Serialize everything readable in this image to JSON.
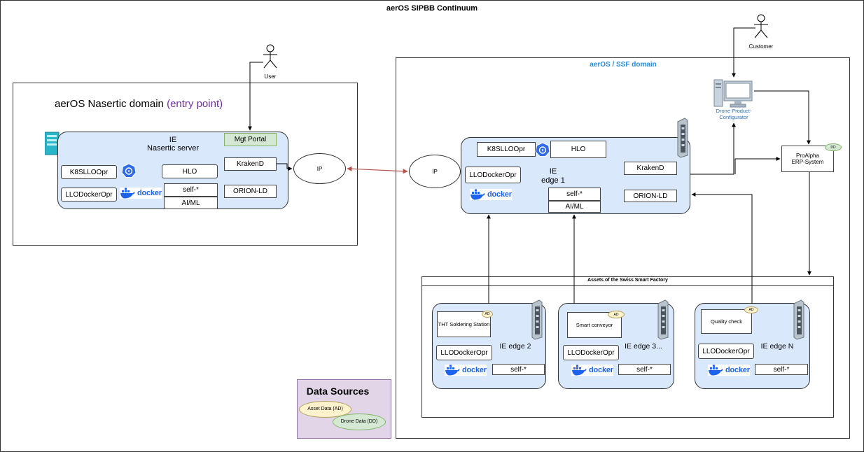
{
  "title": "aerOS SIPBB Continuum",
  "nasertic": {
    "domain_label": "aerOS Nasertic domain ",
    "domain_suffix": "(entry point)",
    "ie_title": "IE",
    "ie_subtitle": "Nasertic server",
    "mgt_portal": "Mgt Portal",
    "k8s": "K8SLLOOpr",
    "hlo": "HLO",
    "krakend": "KrakenD",
    "llo_docker": "LLODockerOpr",
    "self": "self-*",
    "aiml": "AI/ML",
    "orion": "ORION-LD",
    "ip": "IP"
  },
  "user_label": "User",
  "customer_label": "Customer",
  "ssf": {
    "domain_label": "aerOS / SSF domain",
    "ip": "IP",
    "k8s": "K8SLLOOpr",
    "hlo": "HLO",
    "llo_docker": "LLODockerOpr",
    "ie_title": "IE",
    "ie_subtitle": "edge 1",
    "krakend": "KrakenD",
    "self": "self-*",
    "aiml": "AI/ML",
    "orion": "ORION-LD",
    "drone_configurator": "Drone Product-Configurator",
    "proalpha_line1": "ProAlpha",
    "proalpha_line2": "ERP-System",
    "dd_badge": "DD"
  },
  "assets": {
    "title": "Assets of the Swiss Smart Factory",
    "edges": [
      {
        "station": "THT Soldering Station",
        "badge": "AD",
        "llo": "LLODockerOpr",
        "name": "IE edge 2",
        "self": "self-*"
      },
      {
        "station": "Smart conveyor",
        "badge": "AD",
        "llo": "LLODockerOpr",
        "name": "IE edge 3...",
        "self": "self-*"
      },
      {
        "station": "Quality check",
        "badge": "AD",
        "llo": "LLODockerOpr",
        "name": "IE edge N",
        "self": "self-*"
      }
    ]
  },
  "data_sources": {
    "title": "Data Sources",
    "asset_data": "Asset Data (AD)",
    "drone_data": "Drone Data (DD)"
  },
  "docker_word": "docker",
  "colors": {
    "panel_fill": "#dae8fc",
    "portal_fill": "#d5e8d4",
    "link_red": "#b85450",
    "ssf_blue": "#2a8cd8",
    "entry_purple": "#7030a0",
    "data_sources_fill": "#e1d5e7",
    "asset_fill": "#fff2cc",
    "drone_fill": "#d5e8d4"
  }
}
